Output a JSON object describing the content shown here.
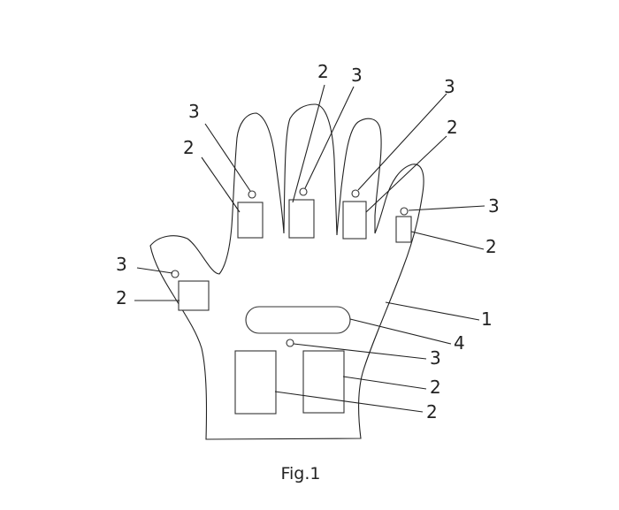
{
  "figure": {
    "caption": "Fig.1",
    "labels": {
      "glove": "1",
      "module": "2",
      "sensor": "3",
      "strip": "4"
    }
  }
}
